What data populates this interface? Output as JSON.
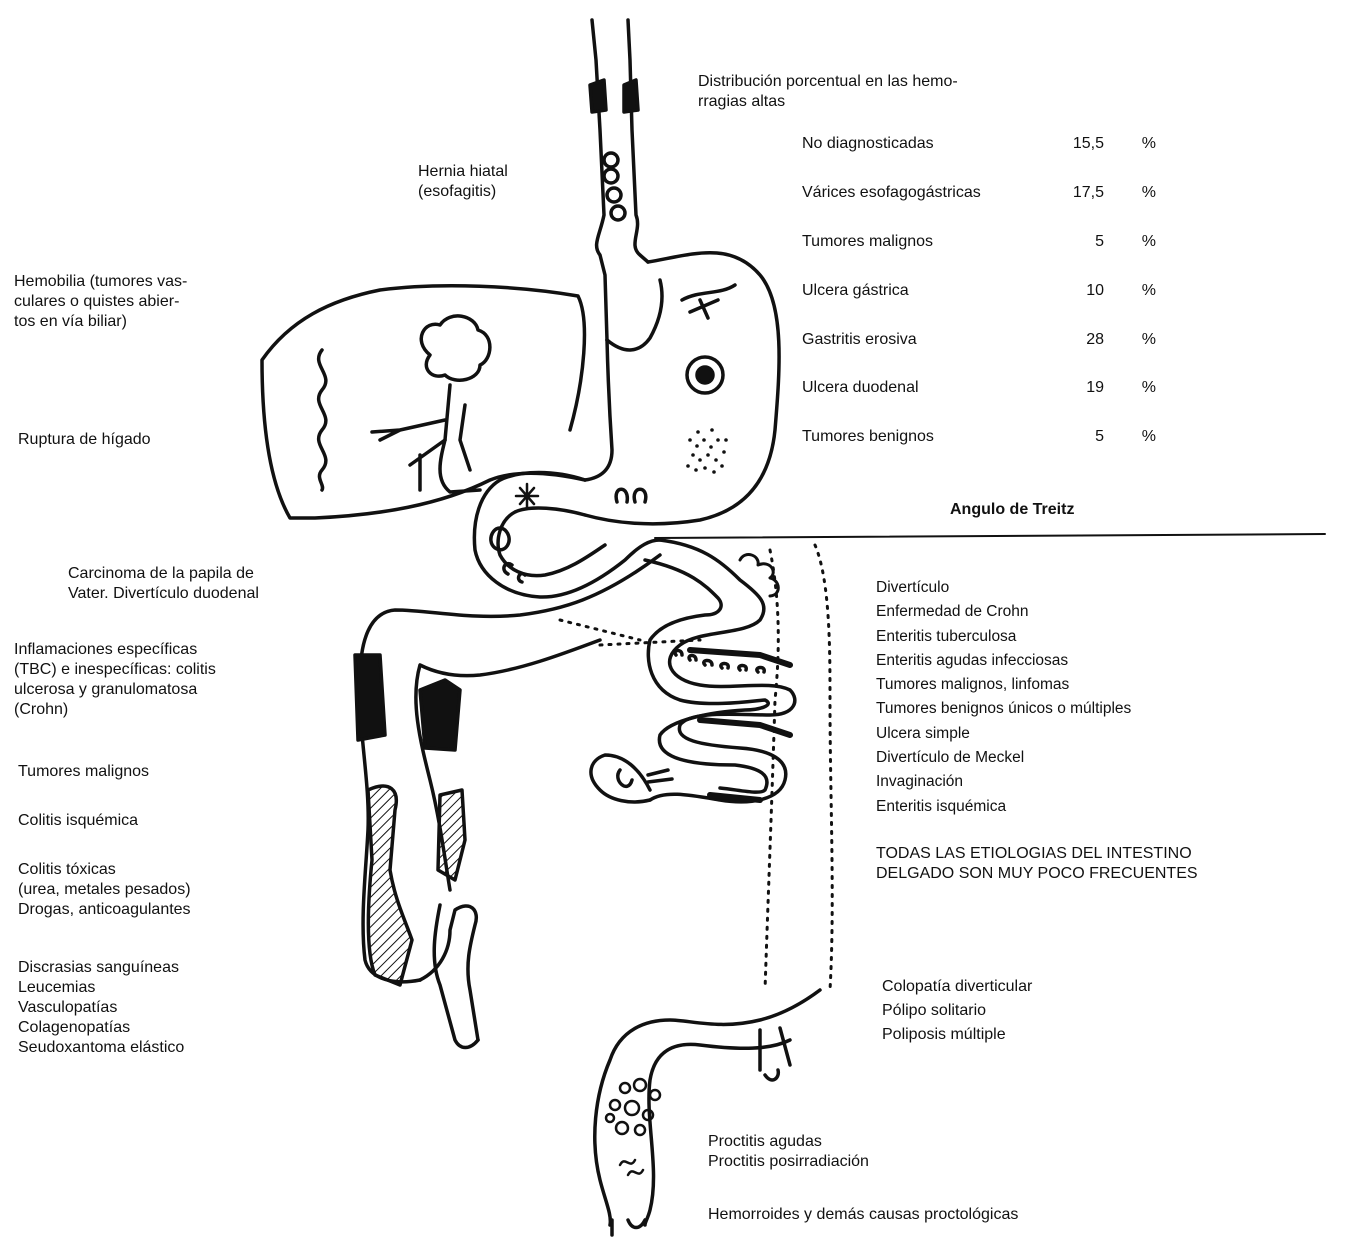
{
  "upper_title": "Distribución porcentual en las hemo-\nrragias altas",
  "upper_causes": [
    {
      "name": "No diagnosticadas",
      "value": "15,5",
      "unit": "%"
    },
    {
      "name": "Várices esofagogástricas",
      "value": "17,5",
      "unit": "%"
    },
    {
      "name": "Tumores malignos",
      "value": "5",
      "unit": "%"
    },
    {
      "name": "Ulcera gástrica",
      "value": "10",
      "unit": "%"
    },
    {
      "name": "Gastritis erosiva",
      "value": "28",
      "unit": "%"
    },
    {
      "name": "Ulcera duodenal",
      "value": "19",
      "unit": "%"
    },
    {
      "name": "Tumores benignos",
      "value": "5",
      "unit": "%"
    }
  ],
  "treitz_label": "Angulo de Treitz",
  "left_labels": {
    "hernia": "Hernia hiatal\n(esofagitis)",
    "hemobilia": "Hemobilia (tumores vas-\nculares o quistes abier-\ntos en vía biliar)",
    "ruptura": "Ruptura de hígado",
    "carcinoma": "Carcinoma de la papila de\nVater. Divertículo duodenal",
    "inflamaciones": "Inflamaciones específicas\n(TBC) e inespecíficas: colitis\nulcerosa y granulomatosa\n(Crohn)",
    "tumores": "Tumores malignos",
    "colitis_isq": "Colitis isquémica",
    "colitis_tox": "Colitis tóxicas\n(urea, metales pesados)\nDrogas, anticoagulantes",
    "discrasias": "Discrasias sanguíneas\nLeucemias\nVasculopatías\nColagenopatías\nSeudoxantoma elástico"
  },
  "small_bowel_causes": "Divertículo\nEnfermedad de Crohn\nEnteritis tuberculosa\nEnteritis agudas infecciosas\nTumores malignos, linfomas\nTumores benignos únicos o múltiples\nUlcera simple\nDivertículo de Meckel\nInvaginación\nEnteritis isquémica",
  "small_bowel_note": "TODAS LAS ETIOLOGIAS DEL INTESTINO\nDELGADO SON MUY POCO FRECUENTES",
  "colon_causes": "Colopatía diverticular\nPólipo solitario\nPoliposis múltiple",
  "proctitis": "Proctitis agudas\nProctitis posirradiación",
  "hemorroides": "Hemorroides y demás causas proctológicas",
  "colors": {
    "ink": "#111111",
    "paper": "#ffffff"
  }
}
